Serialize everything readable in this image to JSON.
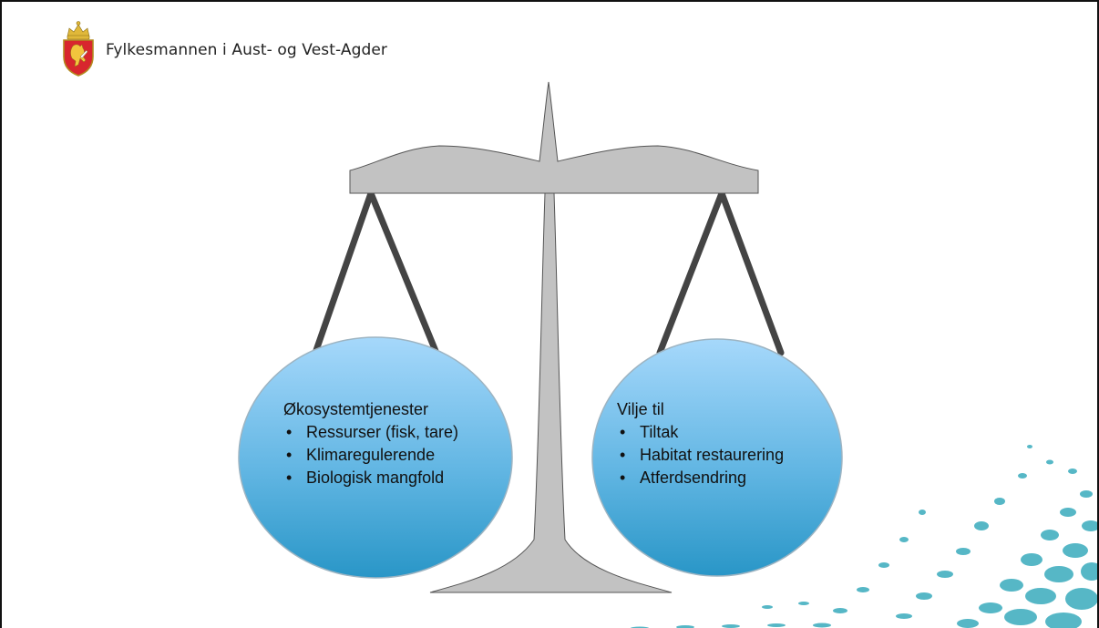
{
  "header": {
    "title": "Fylkesmannen i Aust- og Vest-Agder",
    "logo_icon": "norwegian-coat-of-arms-icon"
  },
  "left_pan": {
    "heading": "Økosystemtjenester",
    "items": [
      "Ressurser (fisk, tare)",
      "Klimaregulerende",
      "Biologisk mangfold"
    ]
  },
  "right_pan": {
    "heading": "Vilje til",
    "items": [
      "Tiltak",
      "Habitat restaurering",
      "Atferdsendring"
    ]
  },
  "colors": {
    "scale": "#c2c2c2",
    "scale_outline": "#555555",
    "chains": "#444444",
    "pan_top": "#a6d8fb",
    "pan_bottom": "#2996c7",
    "pan_outline": "#9db4c2",
    "dots": "#4db4c4"
  },
  "decorations": {
    "scale_icon": "balance-scale-icon",
    "pattern_icon": "dot-wave-pattern-icon"
  }
}
